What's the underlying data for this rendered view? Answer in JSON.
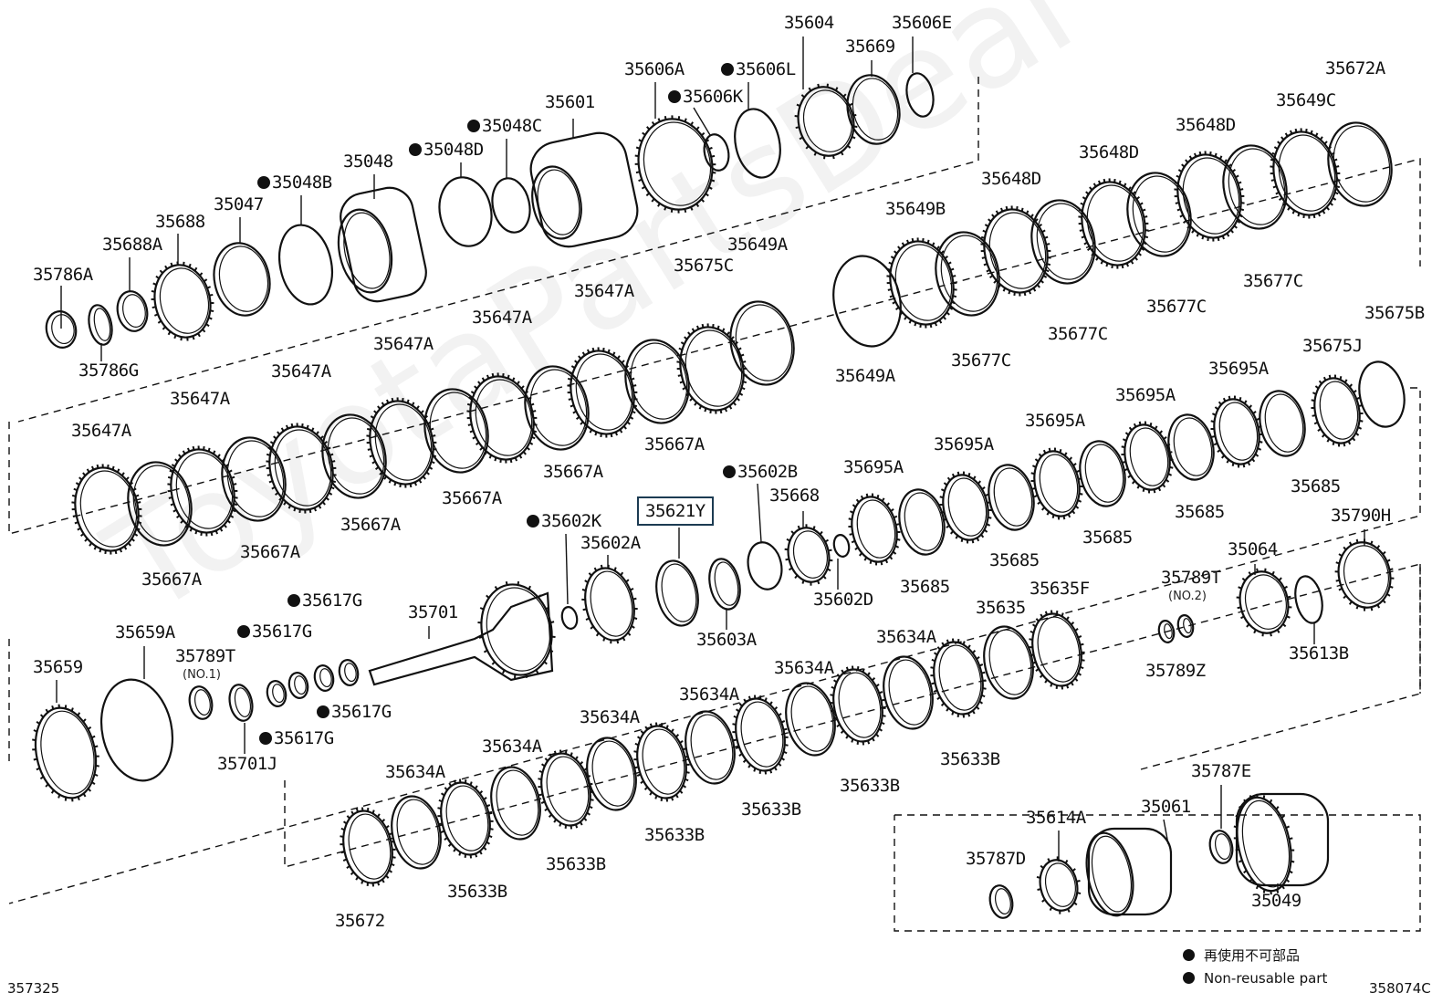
{
  "diagram": {
    "highlighted_part": "35621Y",
    "parts": [
      {
        "id": "p_35604",
        "label": "35604",
        "nonreusable": false
      },
      {
        "id": "p_35606E",
        "label": "35606E",
        "nonreusable": false
      },
      {
        "id": "p_35669",
        "label": "35669",
        "nonreusable": false
      },
      {
        "id": "p_35606A",
        "label": "35606A",
        "nonreusable": false
      },
      {
        "id": "p_35606L",
        "label": "35606L",
        "nonreusable": true
      },
      {
        "id": "p_35606K",
        "label": "35606K",
        "nonreusable": true
      },
      {
        "id": "p_35601",
        "label": "35601",
        "nonreusable": false
      },
      {
        "id": "p_35048C",
        "label": "35048C",
        "nonreusable": true
      },
      {
        "id": "p_35048D",
        "label": "35048D",
        "nonreusable": true
      },
      {
        "id": "p_35048",
        "label": "35048",
        "nonreusable": false
      },
      {
        "id": "p_35048B",
        "label": "35048B",
        "nonreusable": true
      },
      {
        "id": "p_35047",
        "label": "35047",
        "nonreusable": false
      },
      {
        "id": "p_35688",
        "label": "35688",
        "nonreusable": false
      },
      {
        "id": "p_35688A",
        "label": "35688A",
        "nonreusable": false
      },
      {
        "id": "p_35786A",
        "label": "35786A",
        "nonreusable": false
      },
      {
        "id": "p_35786G",
        "label": "35786G",
        "nonreusable": false
      },
      {
        "id": "p_35672A",
        "label": "35672A",
        "nonreusable": false
      },
      {
        "id": "p_35649C",
        "label": "35649C",
        "nonreusable": false
      },
      {
        "id": "p_35648D_1",
        "label": "35648D",
        "nonreusable": false
      },
      {
        "id": "p_35648D_2",
        "label": "35648D",
        "nonreusable": false
      },
      {
        "id": "p_35648D_3",
        "label": "35648D",
        "nonreusable": false
      },
      {
        "id": "p_35649B",
        "label": "35649B",
        "nonreusable": false
      },
      {
        "id": "p_35677C_1",
        "label": "35677C",
        "nonreusable": false
      },
      {
        "id": "p_35677C_2",
        "label": "35677C",
        "nonreusable": false
      },
      {
        "id": "p_35677C_3",
        "label": "35677C",
        "nonreusable": false
      },
      {
        "id": "p_35677C_4",
        "label": "35677C",
        "nonreusable": false
      },
      {
        "id": "p_35649A_1",
        "label": "35649A",
        "nonreusable": false
      },
      {
        "id": "p_35649A_2",
        "label": "35649A",
        "nonreusable": false
      },
      {
        "id": "p_35675C",
        "label": "35675C",
        "nonreusable": false
      },
      {
        "id": "p_35647A_1",
        "label": "35647A",
        "nonreusable": false
      },
      {
        "id": "p_35647A_2",
        "label": "35647A",
        "nonreusable": false
      },
      {
        "id": "p_35647A_3",
        "label": "35647A",
        "nonreusable": false
      },
      {
        "id": "p_35647A_4",
        "label": "35647A",
        "nonreusable": false
      },
      {
        "id": "p_35647A_5",
        "label": "35647A",
        "nonreusable": false
      },
      {
        "id": "p_35647A_6",
        "label": "35647A",
        "nonreusable": false
      },
      {
        "id": "p_35667A_1",
        "label": "35667A",
        "nonreusable": false
      },
      {
        "id": "p_35667A_2",
        "label": "35667A",
        "nonreusable": false
      },
      {
        "id": "p_35667A_3",
        "label": "35667A",
        "nonreusable": false
      },
      {
        "id": "p_35667A_4",
        "label": "35667A",
        "nonreusable": false
      },
      {
        "id": "p_35667A_5",
        "label": "35667A",
        "nonreusable": false
      },
      {
        "id": "p_35667A_6",
        "label": "35667A",
        "nonreusable": false
      },
      {
        "id": "p_35675B",
        "label": "35675B",
        "nonreusable": false
      },
      {
        "id": "p_35675J",
        "label": "35675J",
        "nonreusable": false
      },
      {
        "id": "p_35695A_1",
        "label": "35695A",
        "nonreusable": false
      },
      {
        "id": "p_35695A_2",
        "label": "35695A",
        "nonreusable": false
      },
      {
        "id": "p_35695A_3",
        "label": "35695A",
        "nonreusable": false
      },
      {
        "id": "p_35695A_4",
        "label": "35695A",
        "nonreusable": false
      },
      {
        "id": "p_35695A_5",
        "label": "35695A",
        "nonreusable": false
      },
      {
        "id": "p_35685_1",
        "label": "35685",
        "nonreusable": false
      },
      {
        "id": "p_35685_2",
        "label": "35685",
        "nonreusable": false
      },
      {
        "id": "p_35685_3",
        "label": "35685",
        "nonreusable": false
      },
      {
        "id": "p_35685_4",
        "label": "35685",
        "nonreusable": false
      },
      {
        "id": "p_35685_5",
        "label": "35685",
        "nonreusable": false
      },
      {
        "id": "p_35602B",
        "label": "35602B",
        "nonreusable": true
      },
      {
        "id": "p_35668",
        "label": "35668",
        "nonreusable": false
      },
      {
        "id": "p_35621Y",
        "label": "35621Y",
        "nonreusable": false
      },
      {
        "id": "p_35602K",
        "label": "35602K",
        "nonreusable": true
      },
      {
        "id": "p_35602A",
        "label": "35602A",
        "nonreusable": false
      },
      {
        "id": "p_35602D",
        "label": "35602D",
        "nonreusable": false
      },
      {
        "id": "p_35603A",
        "label": "35603A",
        "nonreusable": false
      },
      {
        "id": "p_35790H",
        "label": "35790H",
        "nonreusable": false
      },
      {
        "id": "p_35064",
        "label": "35064",
        "nonreusable": false
      },
      {
        "id": "p_35789T_2",
        "label": "35789T",
        "note": "(NO.2)",
        "nonreusable": false
      },
      {
        "id": "p_35613B",
        "label": "35613B",
        "nonreusable": false
      },
      {
        "id": "p_35789Z",
        "label": "35789Z",
        "nonreusable": false
      },
      {
        "id": "p_35635F",
        "label": "35635F",
        "nonreusable": false
      },
      {
        "id": "p_35635",
        "label": "35635",
        "nonreusable": false
      },
      {
        "id": "p_35701",
        "label": "35701",
        "nonreusable": false
      },
      {
        "id": "p_35617G_1",
        "label": "35617G",
        "nonreusable": true
      },
      {
        "id": "p_35617G_2",
        "label": "35617G",
        "nonreusable": true
      },
      {
        "id": "p_35617G_3",
        "label": "35617G",
        "nonreusable": true
      },
      {
        "id": "p_35617G_4",
        "label": "35617G",
        "nonreusable": true
      },
      {
        "id": "p_35659",
        "label": "35659",
        "nonreusable": false
      },
      {
        "id": "p_35659A",
        "label": "35659A",
        "nonreusable": false
      },
      {
        "id": "p_35789T_1",
        "label": "35789T",
        "note": "(NO.1)",
        "nonreusable": false
      },
      {
        "id": "p_35701J",
        "label": "35701J",
        "nonreusable": false
      },
      {
        "id": "p_35634A_1",
        "label": "35634A",
        "nonreusable": false
      },
      {
        "id": "p_35634A_2",
        "label": "35634A",
        "nonreusable": false
      },
      {
        "id": "p_35634A_3",
        "label": "35634A",
        "nonreusable": false
      },
      {
        "id": "p_35634A_4",
        "label": "35634A",
        "nonreusable": false
      },
      {
        "id": "p_35634A_5",
        "label": "35634A",
        "nonreusable": false
      },
      {
        "id": "p_35634A_6",
        "label": "35634A",
        "nonreusable": false
      },
      {
        "id": "p_35633B_1",
        "label": "35633B",
        "nonreusable": false
      },
      {
        "id": "p_35633B_2",
        "label": "35633B",
        "nonreusable": false
      },
      {
        "id": "p_35633B_3",
        "label": "35633B",
        "nonreusable": false
      },
      {
        "id": "p_35633B_4",
        "label": "35633B",
        "nonreusable": false
      },
      {
        "id": "p_35633B_5",
        "label": "35633B",
        "nonreusable": false
      },
      {
        "id": "p_35633B_6",
        "label": "35633B",
        "nonreusable": false
      },
      {
        "id": "p_35672",
        "label": "35672",
        "nonreusable": false
      },
      {
        "id": "p_35787E",
        "label": "35787E",
        "nonreusable": false
      },
      {
        "id": "p_35614A",
        "label": "35614A",
        "nonreusable": false
      },
      {
        "id": "p_35061",
        "label": "35061",
        "nonreusable": false
      },
      {
        "id": "p_35787D",
        "label": "35787D",
        "nonreusable": false
      },
      {
        "id": "p_35049",
        "label": "35049",
        "nonreusable": false
      }
    ]
  },
  "legend": {
    "japanese": "再使用不可部品",
    "english": "Non-reusable part"
  },
  "footer": {
    "left_code": "357325",
    "right_code": "358074C"
  },
  "watermark": "ToyotaPartsDeal"
}
